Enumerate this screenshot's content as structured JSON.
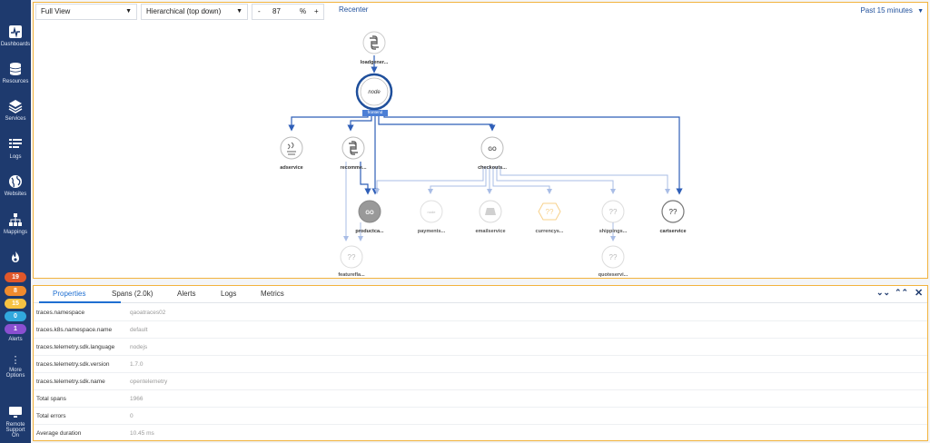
{
  "sidebar": {
    "items": [
      {
        "label": "Dashboards",
        "icon": "chart-icon"
      },
      {
        "label": "Resources",
        "icon": "database-icon"
      },
      {
        "label": "Services",
        "icon": "layers-icon"
      },
      {
        "label": "Logs",
        "icon": "logs-icon"
      },
      {
        "label": "Websites",
        "icon": "globe-icon"
      },
      {
        "label": "Mappings",
        "icon": "sitemap-icon"
      }
    ],
    "alerts": {
      "label": "Alerts",
      "counts": [
        {
          "value": "19",
          "color": "#e0572a"
        },
        {
          "value": "8",
          "color": "#ef8b2d"
        },
        {
          "value": "15",
          "color": "#f5c242"
        },
        {
          "value": "0",
          "color": "#31a8dd"
        },
        {
          "value": "1",
          "color": "#8a4fd0"
        }
      ]
    },
    "more": "More Options",
    "remote": "Remote Support On"
  },
  "toolbar": {
    "view_select": "Full View",
    "layout_select": "Hierarchical (top down)",
    "zoom_minus": "-",
    "zoom_value": "87",
    "zoom_unit": "%",
    "zoom_plus": "+",
    "recenter": "Recenter",
    "time_range": "Past 15 minutes"
  },
  "graph": {
    "nodes": {
      "loadgenerator": {
        "label": "loadgener...",
        "badge": ""
      },
      "frontend": {
        "label": "frontend",
        "badge": "node"
      },
      "adservice": {
        "label": "adservice"
      },
      "recommendation": {
        "label": "recomme..."
      },
      "checkout": {
        "label": "checkouts...",
        "badge": "GO"
      },
      "productcatalog": {
        "label": "productca...",
        "badge": "GO"
      },
      "payment": {
        "label": "payments..."
      },
      "email": {
        "label": "emailservice"
      },
      "currency": {
        "label": "currencys..."
      },
      "shipping": {
        "label": "shippings...",
        "badge": "??"
      },
      "cart": {
        "label": "cartservice",
        "badge": "??"
      },
      "featureflag": {
        "label": "featurefla...",
        "badge": "??"
      },
      "quote": {
        "label": "quoteservi...",
        "badge": "??"
      }
    }
  },
  "details": {
    "tabs": [
      "Properties",
      "Spans (2.0k)",
      "Alerts",
      "Logs",
      "Metrics"
    ],
    "properties": [
      {
        "key": "traces.namespace",
        "value": "qaoatraces02"
      },
      {
        "key": "traces.k8s.namespace.name",
        "value": "default"
      },
      {
        "key": "traces.telemetry.sdk.language",
        "value": "nodejs"
      },
      {
        "key": "traces.telemetry.sdk.version",
        "value": "1.7.0"
      },
      {
        "key": "traces.telemetry.sdk.name",
        "value": "opentelemetry"
      },
      {
        "key": "Total spans",
        "value": "1966"
      },
      {
        "key": "Total errors",
        "value": "0"
      },
      {
        "key": "Average duration",
        "value": "10.45 ms"
      }
    ]
  },
  "colors": {
    "sidebar": "#1e3a6e",
    "accent": "#1f6fd1",
    "edge": "#2f5fb8",
    "edge_faded": "#a9bde6",
    "frame": "#f2b33d"
  }
}
